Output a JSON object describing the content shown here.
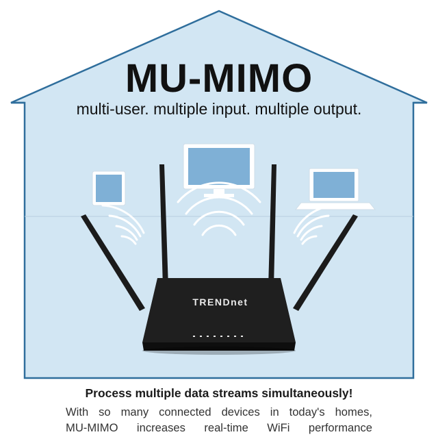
{
  "title": "MU-MIMO",
  "subtitle": "multi-user. multiple input. multiple output.",
  "device_brand": "TRENDnet",
  "headline": "Process multiple data streams simultaneously!",
  "body_lines": [
    "With so many connected devices in today's homes,",
    "MU-MIMO increases real-time WiFi performance"
  ],
  "colors": {
    "house_fill": "#d2e6f3",
    "house_outline": "#2f6e9c",
    "screen_blue": "#7fb0d6",
    "router_body": "#1b1b1b"
  },
  "icons": [
    "house-outline",
    "tablet-icon",
    "monitor-icon",
    "laptop-icon",
    "wifi-waves-icon",
    "router-icon",
    "antenna-icon"
  ]
}
